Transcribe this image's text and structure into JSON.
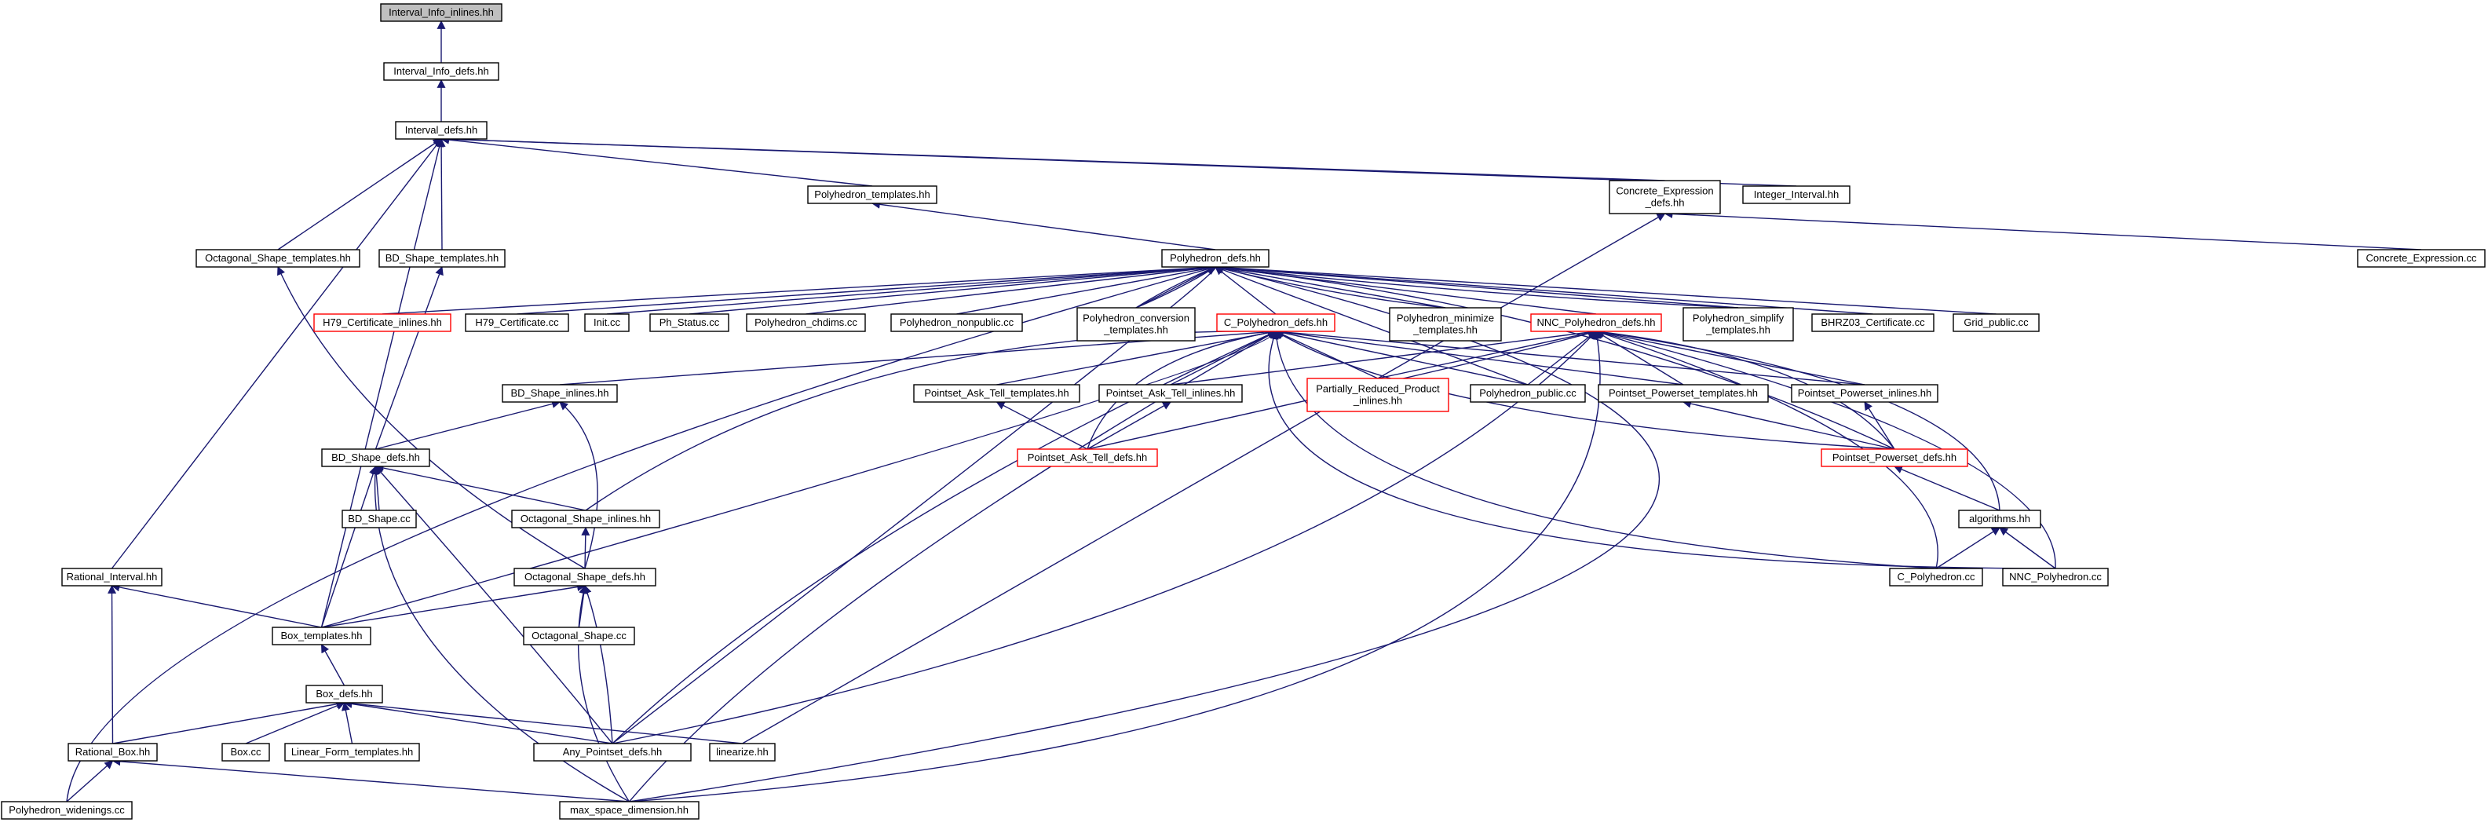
{
  "diagram": {
    "kind": "include-dependency-graph",
    "colors": {
      "edge": "#191970",
      "node_border": "#000000",
      "highlight_border": "#ff0000",
      "root_fill": "#bfbfbf"
    },
    "nodes": [
      {
        "id": "interval_info_inlines",
        "lines": [
          "Interval_Info_inlines.hh"
        ],
        "style": "root"
      },
      {
        "id": "interval_info_defs",
        "lines": [
          "Interval_Info_defs.hh"
        ]
      },
      {
        "id": "interval_defs",
        "lines": [
          "Interval_defs.hh"
        ]
      },
      {
        "id": "polyhedron_templates",
        "lines": [
          "Polyhedron_templates.hh"
        ]
      },
      {
        "id": "concrete_expression_defs",
        "lines": [
          "Concrete_Expression",
          "_defs.hh"
        ]
      },
      {
        "id": "integer_interval",
        "lines": [
          "Integer_Interval.hh"
        ]
      },
      {
        "id": "concrete_expression_cc",
        "lines": [
          "Concrete_Expression.cc"
        ]
      },
      {
        "id": "octagonal_shape_templates",
        "lines": [
          "Octagonal_Shape_templates.hh"
        ]
      },
      {
        "id": "bd_shape_templates",
        "lines": [
          "BD_Shape_templates.hh"
        ]
      },
      {
        "id": "polyhedron_defs",
        "lines": [
          "Polyhedron_defs.hh"
        ]
      },
      {
        "id": "h79_certificate_inlines",
        "lines": [
          "H79_Certificate_inlines.hh"
        ],
        "style": "red"
      },
      {
        "id": "h79_certificate_cc",
        "lines": [
          "H79_Certificate.cc"
        ]
      },
      {
        "id": "init_cc",
        "lines": [
          "Init.cc"
        ]
      },
      {
        "id": "ph_status_cc",
        "lines": [
          "Ph_Status.cc"
        ]
      },
      {
        "id": "polyhedron_chdims",
        "lines": [
          "Polyhedron_chdims.cc"
        ]
      },
      {
        "id": "polyhedron_nonpublic",
        "lines": [
          "Polyhedron_nonpublic.cc"
        ]
      },
      {
        "id": "polyhedron_conversion_templates",
        "lines": [
          "Polyhedron_conversion",
          "_templates.hh"
        ]
      },
      {
        "id": "c_polyhedron_defs",
        "lines": [
          "C_Polyhedron_defs.hh"
        ],
        "style": "red"
      },
      {
        "id": "polyhedron_minimize_templates",
        "lines": [
          "Polyhedron_minimize",
          "_templates.hh"
        ]
      },
      {
        "id": "nnc_polyhedron_defs",
        "lines": [
          "NNC_Polyhedron_defs.hh"
        ],
        "style": "red"
      },
      {
        "id": "polyhedron_simplify_templates",
        "lines": [
          "Polyhedron_simplify",
          "_templates.hh"
        ]
      },
      {
        "id": "bhrz03_certificate",
        "lines": [
          "BHRZ03_Certificate.cc"
        ]
      },
      {
        "id": "grid_public",
        "lines": [
          "Grid_public.cc"
        ]
      },
      {
        "id": "bd_shape_inlines",
        "lines": [
          "BD_Shape_inlines.hh"
        ]
      },
      {
        "id": "pointset_ask_tell_templates",
        "lines": [
          "Pointset_Ask_Tell_templates.hh"
        ]
      },
      {
        "id": "pointset_ask_tell_inlines",
        "lines": [
          "Pointset_Ask_Tell_inlines.hh"
        ]
      },
      {
        "id": "partially_reduced_product_inlines",
        "lines": [
          "Partially_Reduced_Product",
          "_inlines.hh"
        ],
        "style": "red"
      },
      {
        "id": "polyhedron_public",
        "lines": [
          "Polyhedron_public.cc"
        ]
      },
      {
        "id": "pointset_powerset_templates",
        "lines": [
          "Pointset_Powerset_templates.hh"
        ]
      },
      {
        "id": "pointset_powerset_inlines",
        "lines": [
          "Pointset_Powerset_inlines.hh"
        ]
      },
      {
        "id": "bd_shape_defs",
        "lines": [
          "BD_Shape_defs.hh"
        ]
      },
      {
        "id": "pointset_ask_tell_defs",
        "lines": [
          "Pointset_Ask_Tell_defs.hh"
        ],
        "style": "red"
      },
      {
        "id": "pointset_powerset_defs",
        "lines": [
          "Pointset_Powerset_defs.hh"
        ],
        "style": "red"
      },
      {
        "id": "bd_shape_cc",
        "lines": [
          "BD_Shape.cc"
        ]
      },
      {
        "id": "octagonal_shape_inlines",
        "lines": [
          "Octagonal_Shape_inlines.hh"
        ]
      },
      {
        "id": "algorithms",
        "lines": [
          "algorithms.hh"
        ]
      },
      {
        "id": "rational_interval",
        "lines": [
          "Rational_Interval.hh"
        ]
      },
      {
        "id": "octagonal_shape_defs",
        "lines": [
          "Octagonal_Shape_defs.hh"
        ]
      },
      {
        "id": "c_polyhedron_cc",
        "lines": [
          "C_Polyhedron.cc"
        ]
      },
      {
        "id": "nnc_polyhedron_cc",
        "lines": [
          "NNC_Polyhedron.cc"
        ]
      },
      {
        "id": "box_templates",
        "lines": [
          "Box_templates.hh"
        ]
      },
      {
        "id": "octagonal_shape_cc",
        "lines": [
          "Octagonal_Shape.cc"
        ]
      },
      {
        "id": "box_defs",
        "lines": [
          "Box_defs.hh"
        ]
      },
      {
        "id": "rational_box",
        "lines": [
          "Rational_Box.hh"
        ]
      },
      {
        "id": "box_cc",
        "lines": [
          "Box.cc"
        ]
      },
      {
        "id": "linear_form_templates",
        "lines": [
          "Linear_Form_templates.hh"
        ]
      },
      {
        "id": "any_pointset_defs",
        "lines": [
          "Any_Pointset_defs.hh"
        ]
      },
      {
        "id": "linearize",
        "lines": [
          "linearize.hh"
        ]
      },
      {
        "id": "polyhedron_widenings",
        "lines": [
          "Polyhedron_widenings.cc"
        ]
      },
      {
        "id": "max_space_dimension",
        "lines": [
          "max_space_dimension.hh"
        ]
      }
    ]
  }
}
